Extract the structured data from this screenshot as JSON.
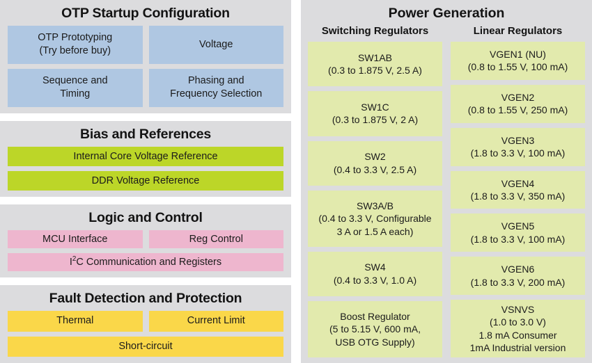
{
  "left_panel": {
    "sections": [
      {
        "title": "OTP Startup Configuration",
        "color": "#afc7e2",
        "rows": [
          [
            {
              "lines": [
                "OTP Prototyping",
                "(Try before buy)"
              ]
            },
            {
              "lines": [
                "Voltage"
              ]
            }
          ],
          [
            {
              "lines": [
                "Sequence and",
                "Timing"
              ]
            },
            {
              "lines": [
                "Phasing and",
                "Frequency Selection"
              ]
            }
          ]
        ]
      },
      {
        "title": "Bias and References",
        "color": "#bcd628",
        "rows": [
          [
            {
              "lines": [
                "Internal Core Voltage Reference"
              ]
            }
          ],
          [
            {
              "lines": [
                "DDR Voltage Reference"
              ]
            }
          ]
        ]
      },
      {
        "title": "Logic and Control",
        "color": "#eeb6ce",
        "rows": [
          [
            {
              "lines": [
                "MCU Interface"
              ]
            },
            {
              "lines": [
                "Reg Control"
              ]
            }
          ],
          [
            {
              "lines": [
                "I²C Communication and Registers"
              ],
              "html": "I<sup>2</sup>C Communication and Registers"
            }
          ]
        ]
      },
      {
        "title": "Fault Detection and Protection",
        "color": "#fad749",
        "rows": [
          [
            {
              "lines": [
                "Thermal"
              ]
            },
            {
              "lines": [
                "Current Limit"
              ]
            }
          ],
          [
            {
              "lines": [
                "Short-circuit"
              ]
            }
          ]
        ]
      }
    ]
  },
  "right_panel": {
    "title": "Power Generation",
    "box_color": "#e2eaad",
    "columns": [
      {
        "heading": "Switching Regulators",
        "boxes": [
          {
            "lines": [
              "SW1AB",
              "(0.3 to 1.875 V, 2.5 A)"
            ]
          },
          {
            "lines": [
              "SW1C",
              "(0.3 to 1.875 V, 2 A)"
            ]
          },
          {
            "lines": [
              "SW2",
              "(0.4 to 3.3 V, 2.5 A)"
            ]
          },
          {
            "lines": [
              "SW3A/B",
              "(0.4 to 3.3 V, Configurable",
              "3 A or 1.5 A each)"
            ]
          },
          {
            "lines": [
              "SW4",
              "(0.4 to 3.3 V, 1.0 A)"
            ]
          },
          {
            "lines": [
              "Boost Regulator",
              "(5 to 5.15 V, 600 mA,",
              "USB OTG Supply)"
            ]
          }
        ]
      },
      {
        "heading": "Linear Regulators",
        "boxes": [
          {
            "lines": [
              "VGEN1 (NU)",
              "(0.8 to 1.55 V, 100 mA)"
            ]
          },
          {
            "lines": [
              "VGEN2",
              "(0.8 to 1.55 V, 250 mA)"
            ]
          },
          {
            "lines": [
              "VGEN3",
              "(1.8 to 3.3 V, 100 mA)"
            ]
          },
          {
            "lines": [
              "VGEN4",
              "(1.8 to 3.3 V, 350 mA)"
            ]
          },
          {
            "lines": [
              "VGEN5",
              "(1.8 to 3.3 V, 100 mA)"
            ]
          },
          {
            "lines": [
              "VGEN6",
              "(1.8 to 3.3 V, 200 mA)"
            ]
          },
          {
            "lines": [
              "VSNVS",
              "(1.0 to 3.0 V)",
              "1.8 mA Consumer",
              "1mA Industrial version"
            ]
          }
        ]
      }
    ]
  }
}
